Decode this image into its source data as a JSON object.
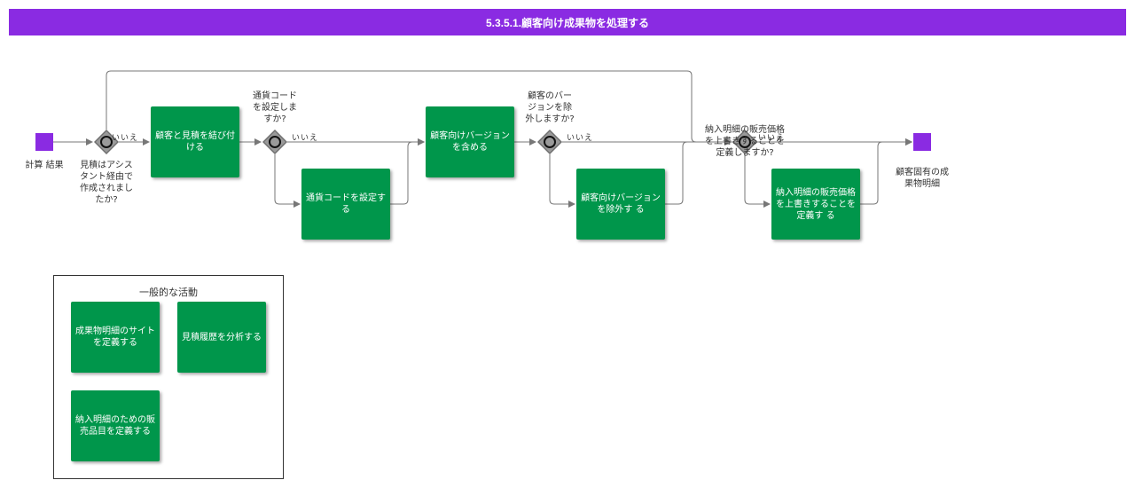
{
  "header": {
    "title": "5.3.5.1.顧客向け成果物を処理する"
  },
  "colors": {
    "header": "#8a2be2",
    "task": "#00964b",
    "event": "#8a2be2",
    "gateway": "#6e6e6e",
    "connector": "#777777"
  },
  "events": {
    "start_label": "計算 結果",
    "end_label": "顧客固有の成\n果物明細"
  },
  "gateways": [
    {
      "id": "g1",
      "question": "見積はアシス\nタント経由で\n作成されまし\nたか?",
      "no_label": "いいえ"
    },
    {
      "id": "g2",
      "question": "通貨コード\nを設定しま\nすか?",
      "no_label": "いいえ"
    },
    {
      "id": "g3",
      "question": "顧客のバー\nジョンを除\n外しますか?",
      "no_label": "いいえ"
    },
    {
      "id": "g4",
      "question": "納入明細の販売価格\nを上書きすることを\n定義しますか?",
      "no_label": "いいえ"
    }
  ],
  "tasks": [
    {
      "id": "t1",
      "label": "顧客と見積を結び付ける"
    },
    {
      "id": "t2",
      "label": "通貨コードを設定する"
    },
    {
      "id": "t3",
      "label": "顧客向けバージョンを含める"
    },
    {
      "id": "t4",
      "label": "顧客向けバージョンを除外す る"
    },
    {
      "id": "t5",
      "label": "納入明細の販売価格を上書きすることを定義す る"
    }
  ],
  "group": {
    "title": "一般的な活動",
    "tasks": [
      {
        "id": "a1",
        "label": "成果物明細のサイトを定義する"
      },
      {
        "id": "a2",
        "label": "見積履歴を分析する"
      },
      {
        "id": "a3",
        "label": "納入明細のための販売品目を定義する"
      }
    ]
  }
}
